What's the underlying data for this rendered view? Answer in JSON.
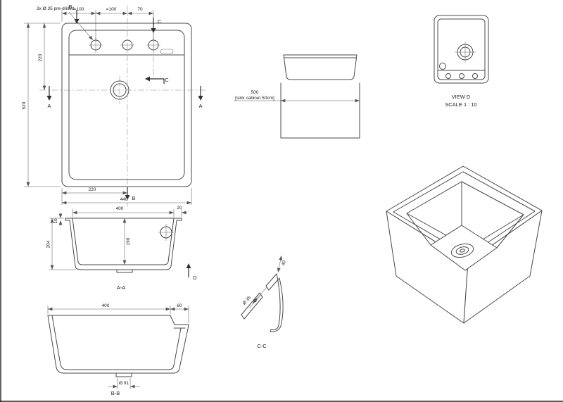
{
  "drawing": {
    "plan": {
      "note": "3x Ø 35 pre-drilled",
      "dim_100a": "=100",
      "dim_100b": "=100",
      "dim_70": "70",
      "dim_520": "520",
      "dim_220_top": "220",
      "dim_220_bottom": "220",
      "dim_440": "440",
      "marker_a": "A",
      "marker_b": "B",
      "marker_c": "C"
    },
    "front": {
      "dim_cabinet": "500",
      "cabinet_note": "[sink cabinet 50cm]"
    },
    "view_d": {
      "title": "VIEW D",
      "scale": "SCALE 1 : 10"
    },
    "section_aa": {
      "dim_400": "400",
      "dim_20": "20",
      "dim_10": "10",
      "dim_204": "204",
      "dim_190": "190",
      "marker_d": "D",
      "label": "A-A"
    },
    "section_bb": {
      "dim_400": "400",
      "dim_60": "60",
      "dim_drain": "Ø 91",
      "label": "B-B"
    },
    "section_cc": {
      "dim_40": "40",
      "dim_hole": "Ø 35",
      "label": "C-C"
    }
  }
}
